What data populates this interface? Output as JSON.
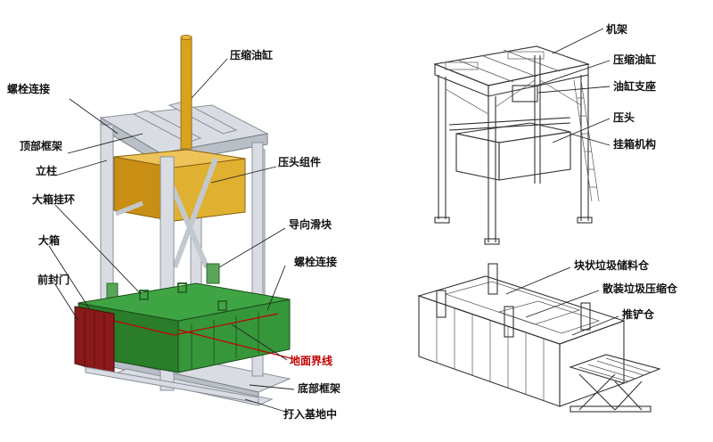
{
  "left_diagram": {
    "labels": {
      "bolt_connection_top": "螺栓连接",
      "top_frame": "顶部框架",
      "column": "立柱",
      "big_box_ring": "大箱挂环",
      "big_box": "大箱",
      "front_door": "前封门",
      "cylinder": "压缩油缸",
      "press_head_assembly": "压头组件",
      "guide_slider": "导向滑块",
      "bolt_connection_side": "螺栓连接",
      "ground_line": "地面界线",
      "bottom_frame": "底部框架",
      "driven_into_foundation": "打入基地中"
    },
    "colors": {
      "frame": "#d9dde3",
      "cylinder": "#d9a21f",
      "press_head": "#e0b030",
      "box_green": "#2e8b2e",
      "door_red": "#8b1a1a",
      "ground_line": "#c00000"
    }
  },
  "right_top_diagram": {
    "labels": {
      "frame": "机架",
      "cylinder": "压缩油缸",
      "cylinder_support": "油缸支座",
      "press_head": "压头",
      "hook_box_mechanism": "挂箱机构"
    }
  },
  "right_bottom_diagram": {
    "labels": {
      "bulk_storage": "块状垃圾储料仓",
      "loose_compression": "散装垃圾压缩仓",
      "push_shovel": "推铲仓"
    }
  }
}
